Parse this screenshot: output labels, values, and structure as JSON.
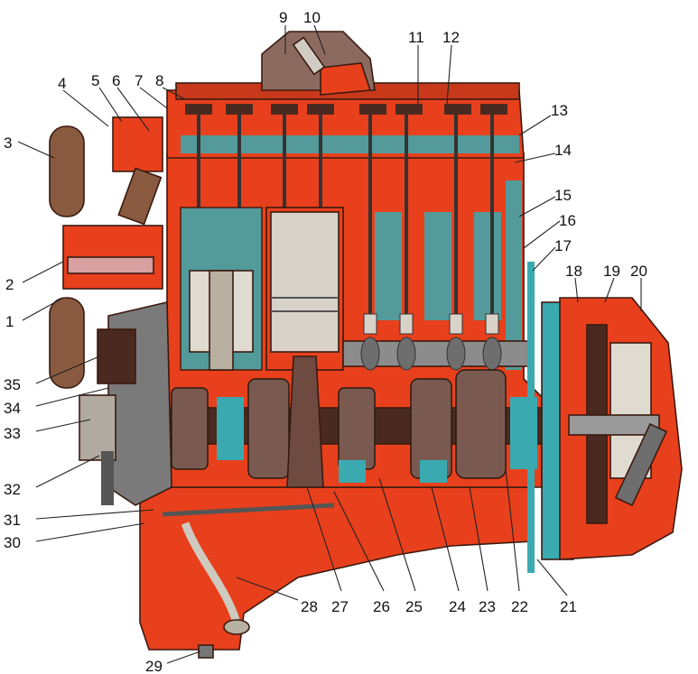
{
  "diagram": {
    "colors": {
      "casing_red": "#e8401c",
      "coolant_teal": "#3aaab0",
      "piston_silver": "#d8d2c8",
      "metal_grey": "#8c8c8c",
      "dark_shadow": "#4a2a20",
      "fan_brown": "#8a5a40",
      "filter_silver": "#e0dbd0",
      "background": "#ffffff"
    },
    "callouts": [
      {
        "id": "1",
        "text": "1"
      },
      {
        "id": "2",
        "text": "2"
      },
      {
        "id": "3",
        "text": "3"
      },
      {
        "id": "4",
        "text": "4"
      },
      {
        "id": "5",
        "text": "5"
      },
      {
        "id": "6",
        "text": "6"
      },
      {
        "id": "7",
        "text": "7"
      },
      {
        "id": "8",
        "text": "8"
      },
      {
        "id": "9",
        "text": "9"
      },
      {
        "id": "10",
        "text": "10"
      },
      {
        "id": "11",
        "text": "11"
      },
      {
        "id": "12",
        "text": "12"
      },
      {
        "id": "13",
        "text": "13"
      },
      {
        "id": "14",
        "text": "14"
      },
      {
        "id": "15",
        "text": "15"
      },
      {
        "id": "16",
        "text": "16"
      },
      {
        "id": "17",
        "text": "17"
      },
      {
        "id": "18",
        "text": "18"
      },
      {
        "id": "19",
        "text": "19"
      },
      {
        "id": "20",
        "text": "20"
      },
      {
        "id": "21",
        "text": "21"
      },
      {
        "id": "22",
        "text": "22"
      },
      {
        "id": "23",
        "text": "23"
      },
      {
        "id": "24",
        "text": "24"
      },
      {
        "id": "25",
        "text": "25"
      },
      {
        "id": "26",
        "text": "26"
      },
      {
        "id": "27",
        "text": "27"
      },
      {
        "id": "28",
        "text": "28"
      },
      {
        "id": "29",
        "text": "29"
      },
      {
        "id": "30",
        "text": "30"
      },
      {
        "id": "31",
        "text": "31"
      },
      {
        "id": "32",
        "text": "32"
      },
      {
        "id": "33",
        "text": "33"
      },
      {
        "id": "34",
        "text": "34"
      },
      {
        "id": "35",
        "text": "35"
      }
    ]
  }
}
